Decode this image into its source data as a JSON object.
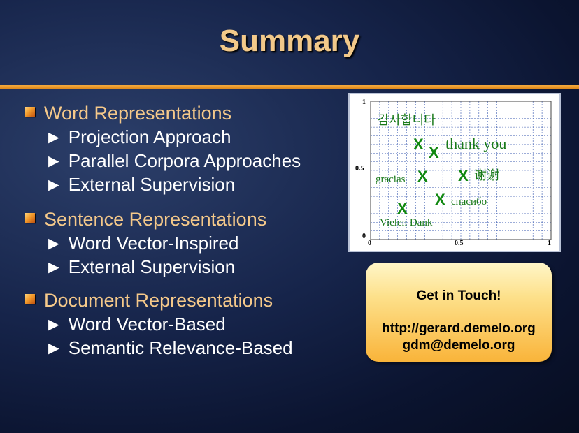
{
  "slide": {
    "title": "Summary",
    "sections": [
      {
        "heading": "Word Representations",
        "items": [
          "Projection Approach",
          "Parallel Corpora Approaches",
          "External Supervision"
        ]
      },
      {
        "heading": "Sentence Representations",
        "items": [
          "Word Vector-Inspired",
          "External Supervision"
        ]
      },
      {
        "heading": "Document Representations",
        "items": [
          "Word Vector-Based",
          "Semantic Relevance-Based"
        ]
      }
    ],
    "arrow_glyph": "►"
  },
  "plot": {
    "x_ticks": [
      "0",
      "0.5",
      "1"
    ],
    "y_ticks": [
      "1",
      "0.5",
      "0"
    ],
    "marker": "X",
    "labels": [
      "감사합니다",
      "thank you",
      "gracias",
      "谢谢",
      "спасибо",
      "Vielen Dank"
    ],
    "colors": {
      "marker": "#118811",
      "label": "#1a7a1a",
      "grid": "#3a5ab0"
    }
  },
  "contact": {
    "title": "Get in Touch!",
    "url": "http://gerard.demelo.org",
    "email": "gdm@demelo.org"
  },
  "colors": {
    "title": "#f2c98a",
    "heading": "#f5c98a",
    "rule": "#f0a030",
    "bg": "#16244a"
  }
}
